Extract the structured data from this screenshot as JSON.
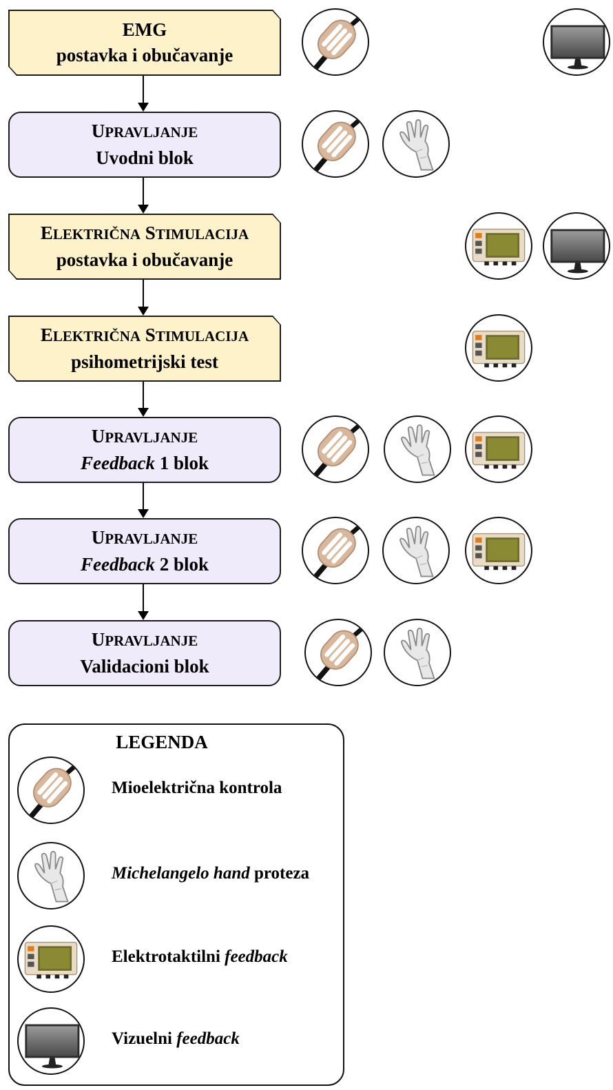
{
  "steps": [
    {
      "kind": "setup",
      "line1": "EMG",
      "line1_sc": false,
      "line2_pre": "",
      "line2_post": "postavka i obučavanje",
      "icons": [
        "emg",
        "monitor"
      ]
    },
    {
      "kind": "control",
      "line1": "Upravljanje",
      "line1_sc": true,
      "line2_pre": "",
      "line2_post": "Uvodni blok",
      "icons": [
        "emg",
        "hand"
      ]
    },
    {
      "kind": "setup",
      "line1": "Električna stimulacija",
      "line1_sc": true,
      "line2_pre": "",
      "line2_post": "postavka i obučavanje",
      "icons": [
        "stim",
        "monitor"
      ]
    },
    {
      "kind": "setup",
      "line1": "Električna stimulacija",
      "line1_sc": true,
      "line2_pre": "",
      "line2_post": "psihometrijski test",
      "icons": [
        "stim"
      ]
    },
    {
      "kind": "control",
      "line1": "Upravljanje",
      "line1_sc": true,
      "line2_pre": "Feedback",
      "line2_post": " 1 blok",
      "icons": [
        "emg",
        "hand",
        "stim"
      ]
    },
    {
      "kind": "control",
      "line1": "Upravljanje",
      "line1_sc": true,
      "line2_pre": "Feedback",
      "line2_post": " 2 blok",
      "icons": [
        "emg",
        "hand",
        "stim"
      ]
    },
    {
      "kind": "control",
      "line1": "Upravljanje",
      "line1_sc": true,
      "line2_pre": "",
      "line2_post": "Validacioni blok",
      "icons": [
        "emg",
        "hand"
      ]
    }
  ],
  "legend": {
    "title": "LEGENDA",
    "items": [
      {
        "icon": "emg",
        "pre": "Mioelektrična kontrola",
        "ital": "",
        "post": ""
      },
      {
        "icon": "hand",
        "pre": "",
        "ital": "Michelangelo hand",
        "post": " proteza"
      },
      {
        "icon": "stim",
        "pre": "Elektrotaktilni ",
        "ital": "feedback",
        "post": ""
      },
      {
        "icon": "monitor",
        "pre": "Vizuelni ",
        "ital": "feedback",
        "post": ""
      }
    ]
  },
  "colors": {
    "setup_fill": "#fdf2c9",
    "control_fill": "#efebfb"
  }
}
